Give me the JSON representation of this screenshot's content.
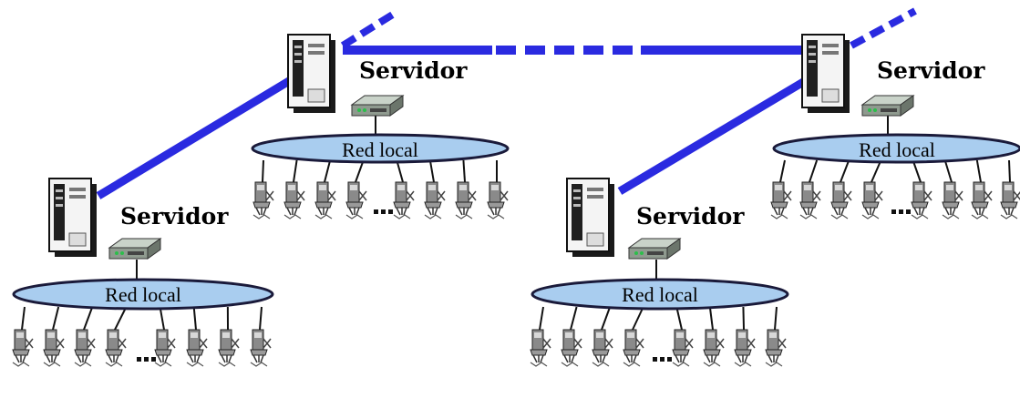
{
  "diagram": {
    "colors": {
      "backbone": "#2a2ae0",
      "lan_fill": "#a9cdef",
      "lan_stroke": "#1a1a3a",
      "server_body": "#f4f4f4",
      "server_shadow": "#1a1a1a",
      "hub": "#9aa69a",
      "workstation": "#7a7a7a"
    },
    "icons": {
      "server": "tower-server-icon",
      "hub": "network-hub-icon",
      "workstation": "workstation-icon",
      "ellipsis": "ellipsis-dots-icon"
    },
    "nodes": [
      {
        "id": "node-1",
        "server_label": "Servidor",
        "lan_label": "Red local"
      },
      {
        "id": "node-2",
        "server_label": "Servidor",
        "lan_label": "Red local"
      },
      {
        "id": "node-3",
        "server_label": "Servidor",
        "lan_label": "Red local"
      },
      {
        "id": "node-4",
        "server_label": "Servidor",
        "lan_label": "Red local"
      }
    ],
    "links": [
      {
        "from": "node-1",
        "to": "node-2",
        "style": "solid"
      },
      {
        "from": "node-2",
        "to": "node-4",
        "style": "dashed-middle"
      },
      {
        "from": "node-3",
        "to": "node-4",
        "style": "solid"
      },
      {
        "from": "node-2",
        "to": "beyond",
        "style": "dashed"
      },
      {
        "from": "node-4",
        "to": "beyond",
        "style": "dashed"
      }
    ]
  }
}
